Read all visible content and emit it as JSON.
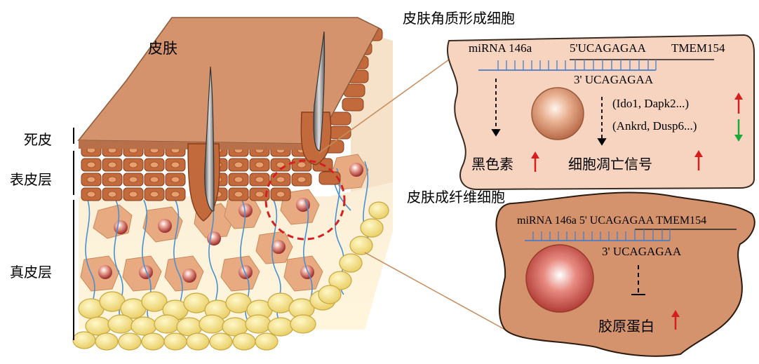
{
  "skin_labels": {
    "skin": "皮肤",
    "stratum_corneum": "死皮",
    "epidermis": "表皮层",
    "dermis": "真皮层"
  },
  "keratinocyte_panel": {
    "title": "皮肤角质形成细胞",
    "mirna_label": "miRNA 146a",
    "target_seq": "5'UCAGAGAA",
    "target_gene": "TMEM154",
    "mirna_seq": "3' UCAGAGAA",
    "genes_up": "(Ido1, Dapk2...)",
    "genes_down": "(Ankrd, Dusp6...)",
    "melanin": "黑色素",
    "apoptosis_signal": "细胞凋亡信号"
  },
  "fibroblast_panel": {
    "title": "皮肤成纤维细胞",
    "target_line": "miRNA 146a 5' UCAGAGAA TMEM154",
    "mirna_seq": "3' UCAGAGAA",
    "collagen": "胶原蛋白"
  },
  "colors": {
    "skin_surface": "#d4936c",
    "cell_panel": "#f7d4c0",
    "cell_panel_border": "#3a2a20",
    "up_arrow": "#d41f1f",
    "down_arrow": "#1fa83a",
    "rna_strand": "#4a7cc2",
    "dashed_circle": "#d42020",
    "connector": "#c98a5a",
    "fat_cell": "#f2e08a"
  }
}
